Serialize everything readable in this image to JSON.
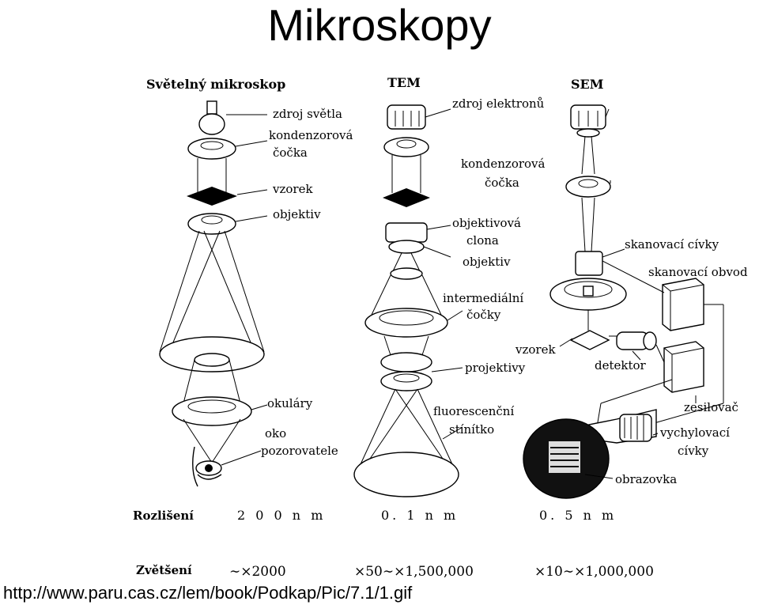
{
  "title": "Mikroskopy",
  "columns": {
    "light": "Světelný mikroskop",
    "tem": "TEM",
    "sem": "SEM"
  },
  "labels": {
    "light": [
      "zdroj světla",
      "kondenzorová",
      "čočka",
      "vzorek",
      "objektiv",
      "okuláry",
      "oko",
      "pozorovatele"
    ],
    "tem": [
      "zdroj elektronů",
      "objektivová",
      "clona",
      "objektiv",
      "intermediální",
      "čočky",
      "projektivy",
      "fluorescenční",
      "stínítko"
    ],
    "sem": [
      "kondenzorová",
      "čočka",
      "skanovací cívky",
      "skanovací obvod",
      "vzorek",
      "detektor",
      "zesilovač",
      "vychylovací",
      "cívky",
      "obrazovka"
    ]
  },
  "resolution": {
    "label": "Rozlišení",
    "light": "2 0 0 n m",
    "tem": "0. 1 n m",
    "sem": "0. 5 n m"
  },
  "magnification": {
    "label": "Zvětšení",
    "light": "∼×2000",
    "tem": "×50∼×1,500,000",
    "sem": "×10∼×1,000,000"
  },
  "source": "http://www.paru.cas.cz/lem/book/Podkap/Pic/7.1/1.gif"
}
